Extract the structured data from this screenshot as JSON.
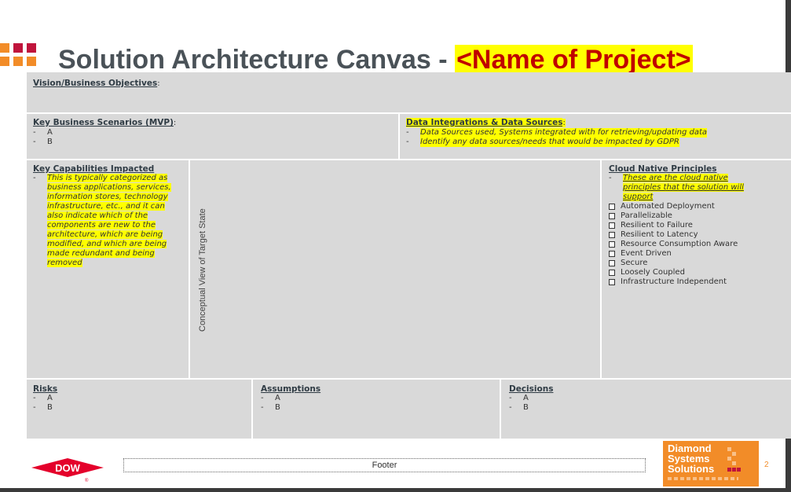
{
  "title": {
    "main": "Solution Architecture Canvas - ",
    "highlight": "<Name of Project>"
  },
  "vision": {
    "heading": "Vision/Business Objectives",
    "suffix": ":"
  },
  "scenarios": {
    "heading": "Key Business Scenarios (MVP)",
    "suffix": ":",
    "items": [
      "A",
      "B"
    ]
  },
  "data_integrations": {
    "heading": "Data Integrations & Data Sources",
    "suffix": ":",
    "items": [
      "Data Sources used, Systems integrated with for retrieving/updating data",
      "Identify any data sources/needs that would be impacted by GDPR"
    ]
  },
  "capabilities": {
    "heading": "Key Capabilities Impacted",
    "note_lines": [
      "This is typically categorized as",
      "business applications, services,",
      "information stores, technology",
      "infrastructure, etc., and it can",
      "also indicate which of the",
      "components are new to the",
      "architecture, which are being",
      "modified, and which are being",
      "made redundant and being",
      "removed"
    ]
  },
  "conceptual_view": {
    "label": "Conceptual View of Target State"
  },
  "cloud_native": {
    "heading": "Cloud Native Principles",
    "note_lines": [
      "These are the cloud native",
      "principles that the solution will",
      "support"
    ],
    "principles": [
      "Automated Deployment",
      "Parallelizable",
      "Resilient to Failure",
      "Resilient to Latency",
      "Resource Consumption Aware",
      "Event Driven",
      "Secure",
      "Loosely Coupled",
      "Infrastructure Independent"
    ]
  },
  "risks": {
    "heading": "Risks",
    "items": [
      "A",
      "B"
    ]
  },
  "assumptions": {
    "heading": "Assumptions",
    "items": [
      "A",
      "B"
    ]
  },
  "decisions": {
    "heading": "Decisions",
    "items": [
      "A",
      "B"
    ]
  },
  "footer": {
    "dow_logo": "DOW",
    "text": "Footer",
    "brand_lines": [
      "Diamond",
      "Systems",
      "Solutions"
    ],
    "page_number": "2"
  },
  "colors": {
    "title_gray": "#4a5258",
    "highlight_yellow": "#ffff00",
    "highlight_red": "#c00000",
    "panel_gray": "#d9d9d9",
    "dow_red": "#e4002b",
    "brand_orange": "#f28c28",
    "logo_red": "#c0143c",
    "logo_orange": "#f28c28"
  }
}
